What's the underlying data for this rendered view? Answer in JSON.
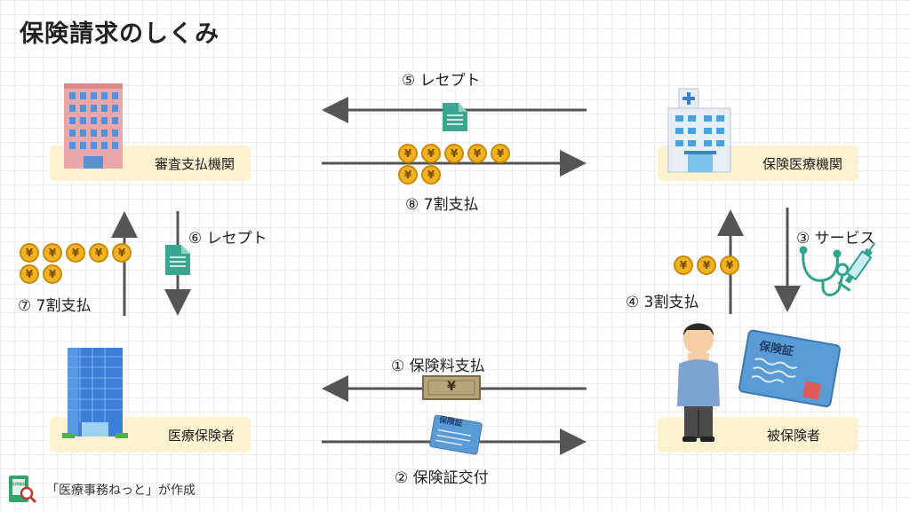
{
  "title": "保険請求のしくみ",
  "nodes": {
    "review": "審査支払機関",
    "hospital": "保険医療機関",
    "insurer": "医療保険者",
    "insured": "被保険者"
  },
  "flows": {
    "f1": "① 保険料支払",
    "f2": "② 保険証交付",
    "f3": "③ サービス",
    "f4": "④ 3割支払",
    "f5": "⑤ レセプト",
    "f6": "⑥ レセプト",
    "f7": "⑦ 7割支払",
    "f8": "⑧ 7割支払"
  },
  "card_label": "保険証",
  "small_card_label": "保険証",
  "coin_symbol": "¥",
  "bill_symbol": "¥",
  "footer": "「医療事務ねっと」が作成",
  "footer_logo_text": "医療事務",
  "colors": {
    "box": "#fdf2cf",
    "arrow": "#555555",
    "coin": "#f2b320",
    "card": "#5b9bd5",
    "doc": "#3aa68f"
  }
}
